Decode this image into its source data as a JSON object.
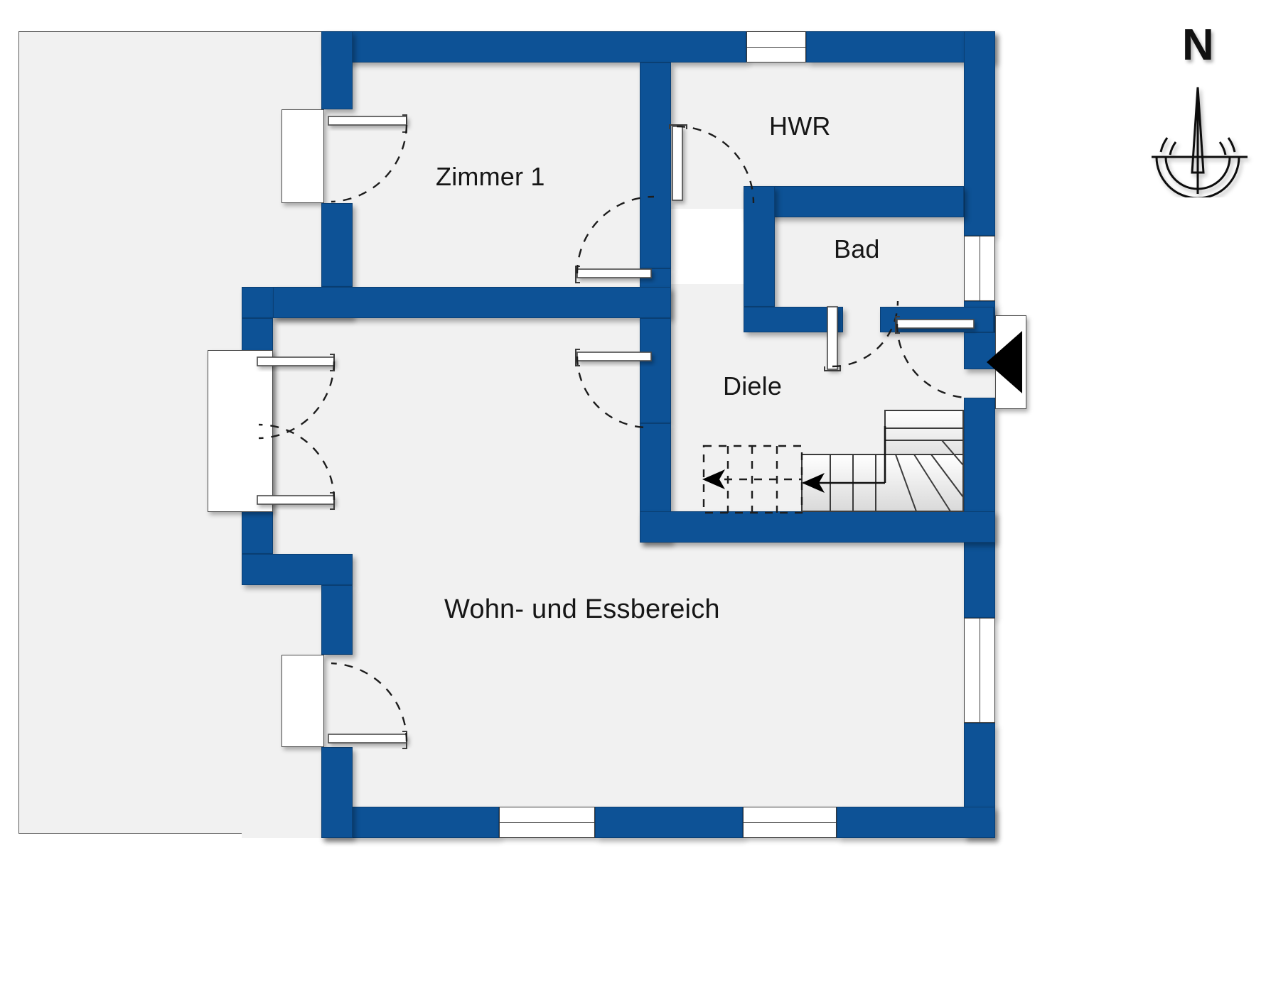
{
  "plan": {
    "title_rooms": [
      {
        "key": "zimmer1",
        "label": "Zimmer 1"
      },
      {
        "key": "hwr",
        "label": "HWR"
      },
      {
        "key": "bad",
        "label": "Bad"
      },
      {
        "key": "diele",
        "label": "Diele"
      },
      {
        "key": "wohnessen",
        "label": "Wohn- und Essbereich"
      }
    ],
    "labels": {
      "zimmer1": "Zimmer 1",
      "hwr": "HWR",
      "bad": "Bad",
      "diele": "Diele",
      "wohn_ess": "Wohn- und Essbereich"
    },
    "compass": {
      "north_letter": "N",
      "name": "north-compass-rose"
    },
    "colors": {
      "wall_fill": "#0d5296",
      "wall_stroke": "#0a3f74",
      "floor_fill": "#f1f1f1",
      "window_fill": "#ffffff",
      "line": "#3c3c3c",
      "text": "#161616",
      "entry_marker": "#000000"
    },
    "features": {
      "entrance_marker": "entrance-door-arrow",
      "stair_name": "staircase-up",
      "stair_direction": "up-left",
      "stair_dashed_extension": "stair-run-above-dashed"
    },
    "counts": {
      "windows_south": 2,
      "windows_east": 2,
      "windows_north": 1,
      "doors_interior": 6,
      "doors_exterior": 3
    }
  }
}
